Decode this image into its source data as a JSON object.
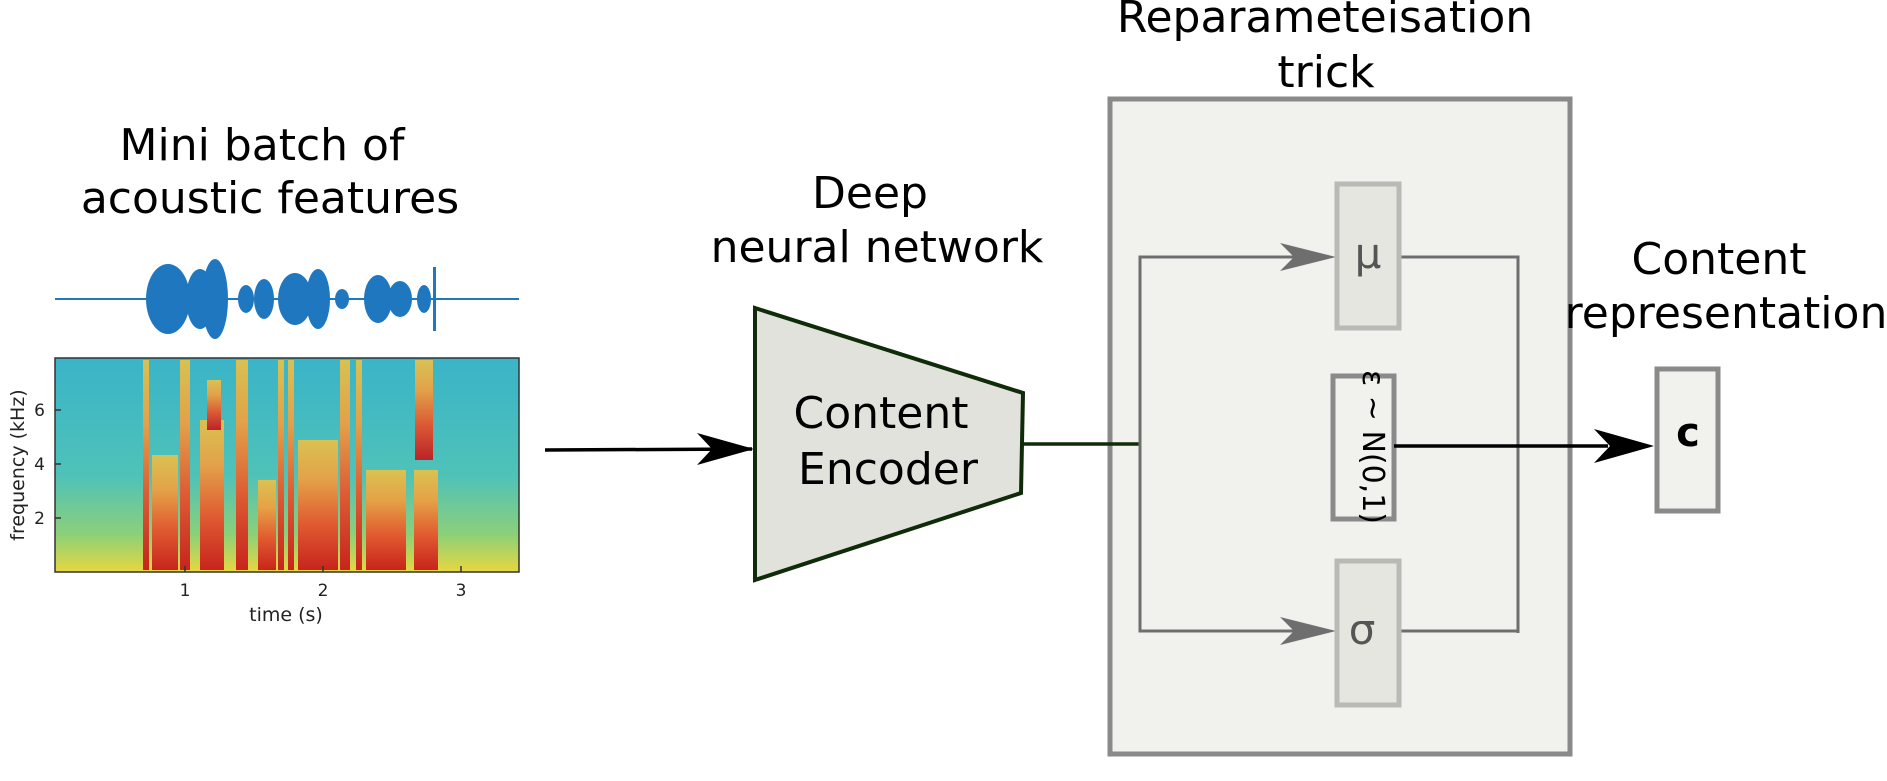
{
  "batch_title": {
    "line1": "Mini batch of",
    "line2": "acoustic features"
  },
  "dnn_title": {
    "line1": "Deep",
    "line2": "neural network"
  },
  "encoder": {
    "line1": "Content",
    "line2": "Encoder"
  },
  "reparam_title": {
    "line1": "Reparameteisation",
    "line2": "trick"
  },
  "content_title": {
    "line1": "Content",
    "line2": "representation"
  },
  "mu_symbol": "μ",
  "sigma_symbol": "σ",
  "epsilon_label": "ε ~ N(0,1)",
  "output_symbol": "c",
  "spectrogram": {
    "ylabel": "frequency (kHz)",
    "xlabel": "time (s)",
    "yticks": [
      "2",
      "4",
      "6"
    ],
    "xticks": [
      "1",
      "2",
      "3"
    ]
  },
  "colors": {
    "encoder_fill": "#e2e2dc",
    "encoder_stroke": "#0f2b0a",
    "reparam_fill": "#f1f1ed",
    "reparam_stroke": "#8a8a8a",
    "waveform": "#1f77c0",
    "box_stroke": "#b9b9b5",
    "connector": "#6e6e6e"
  }
}
